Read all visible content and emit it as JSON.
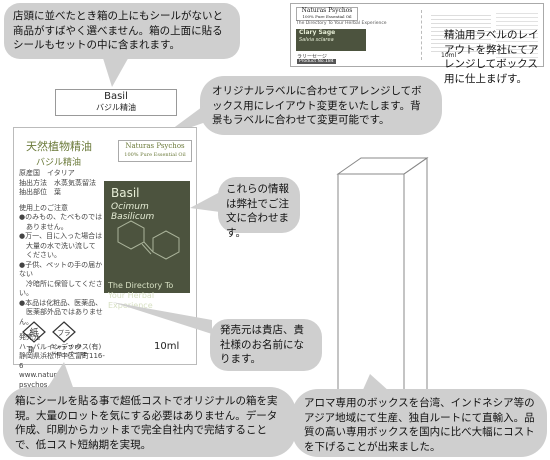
{
  "top_bubble": {
    "text": "店頭に並べたとき箱の上にもシールがないと商品がすばやく選べません。箱の上面に貼るシールもセットの中に含まれます。"
  },
  "top_strip": {
    "name": "Basil",
    "jp": "バジル精油"
  },
  "mini_label": {
    "brand": "Naturas Psychos",
    "sub": "100% Pure Essential Oil",
    "tagline": "The Directory To Your Herbal Experience",
    "product": "Clary Sage",
    "latin": "Salvia sclarea",
    "jp": "ラリーセージ",
    "code": "Product No.184",
    "volume": "10ml"
  },
  "right_note": {
    "text": "精油用ラベルのレイアウトを弊社にてアレンジしてボックス用に仕上まげす。"
  },
  "layout_bubble": {
    "text": "オリジナルラベルに合わせてアレンジしてボックス用にレイアウト変更をいたします。背景もラベルに合わせて変更可能です。"
  },
  "main_label": {
    "title": "天然植物精油",
    "subtitle": "バジル精油",
    "brand": "Naturas Psychos",
    "brand_sub": "100% Pure Essential Oil",
    "info": [
      "原産国　イタリア",
      "抽出方法　水蒸気蒸留法",
      "抽出部位　葉"
    ],
    "caution_title": "使用上のご注意",
    "caution": [
      "●のみもの、たべものでは",
      "　ありません。",
      "●万一、目に入った場合は",
      "　大量の水で洗い流して",
      "　ください。",
      "●子供、ペットの手の届かない",
      "　冷暗所に保管してください。",
      "●本品は化粧品、医薬品、",
      "　医薬部外品ではありません。"
    ],
    "seller_title": "発売元",
    "seller": [
      "ハーバルインデックス(有)",
      "静岡県浜松市中区富町116-6",
      "www.naturas-psychos.com"
    ],
    "product_name": "Basil",
    "latin": "Ocimum Basilicum",
    "tagline": "The Directory To Your Herbal Experience",
    "recycle_paper": "紙",
    "recycle_paper_label": "箱",
    "recycle_plastic": "プラ",
    "recycle_plastic_label": "キャップ PP\nドロッパー PE",
    "volume": "10ml"
  },
  "info_bubble": {
    "text": "これらの情報は弊社でご注文に合わせます。"
  },
  "seller_bubble": {
    "text": "発売元は貴店、貴社様のお名前になります。"
  },
  "bottom_left_bubble": {
    "text": "箱にシールを貼る事で超低コストでオリジナルの箱を実現。大量のロットを気にする必要はありません。データ作成、印刷からカットまで完全自社内で完結することで、低コスト短納期を実現。"
  },
  "bottom_right_bubble": {
    "text": "アロマ専用のボックスを台湾、インドネシア等のアジア地域にて生産、独自ルートにて直輸入。品質の高い専用ボックスを国内に比べ大幅にコストを下げることが出来ました。"
  },
  "colors": {
    "bubble": "#cfcfcf",
    "panel": "#4c533e",
    "accent_text": "#6b7a3a"
  }
}
